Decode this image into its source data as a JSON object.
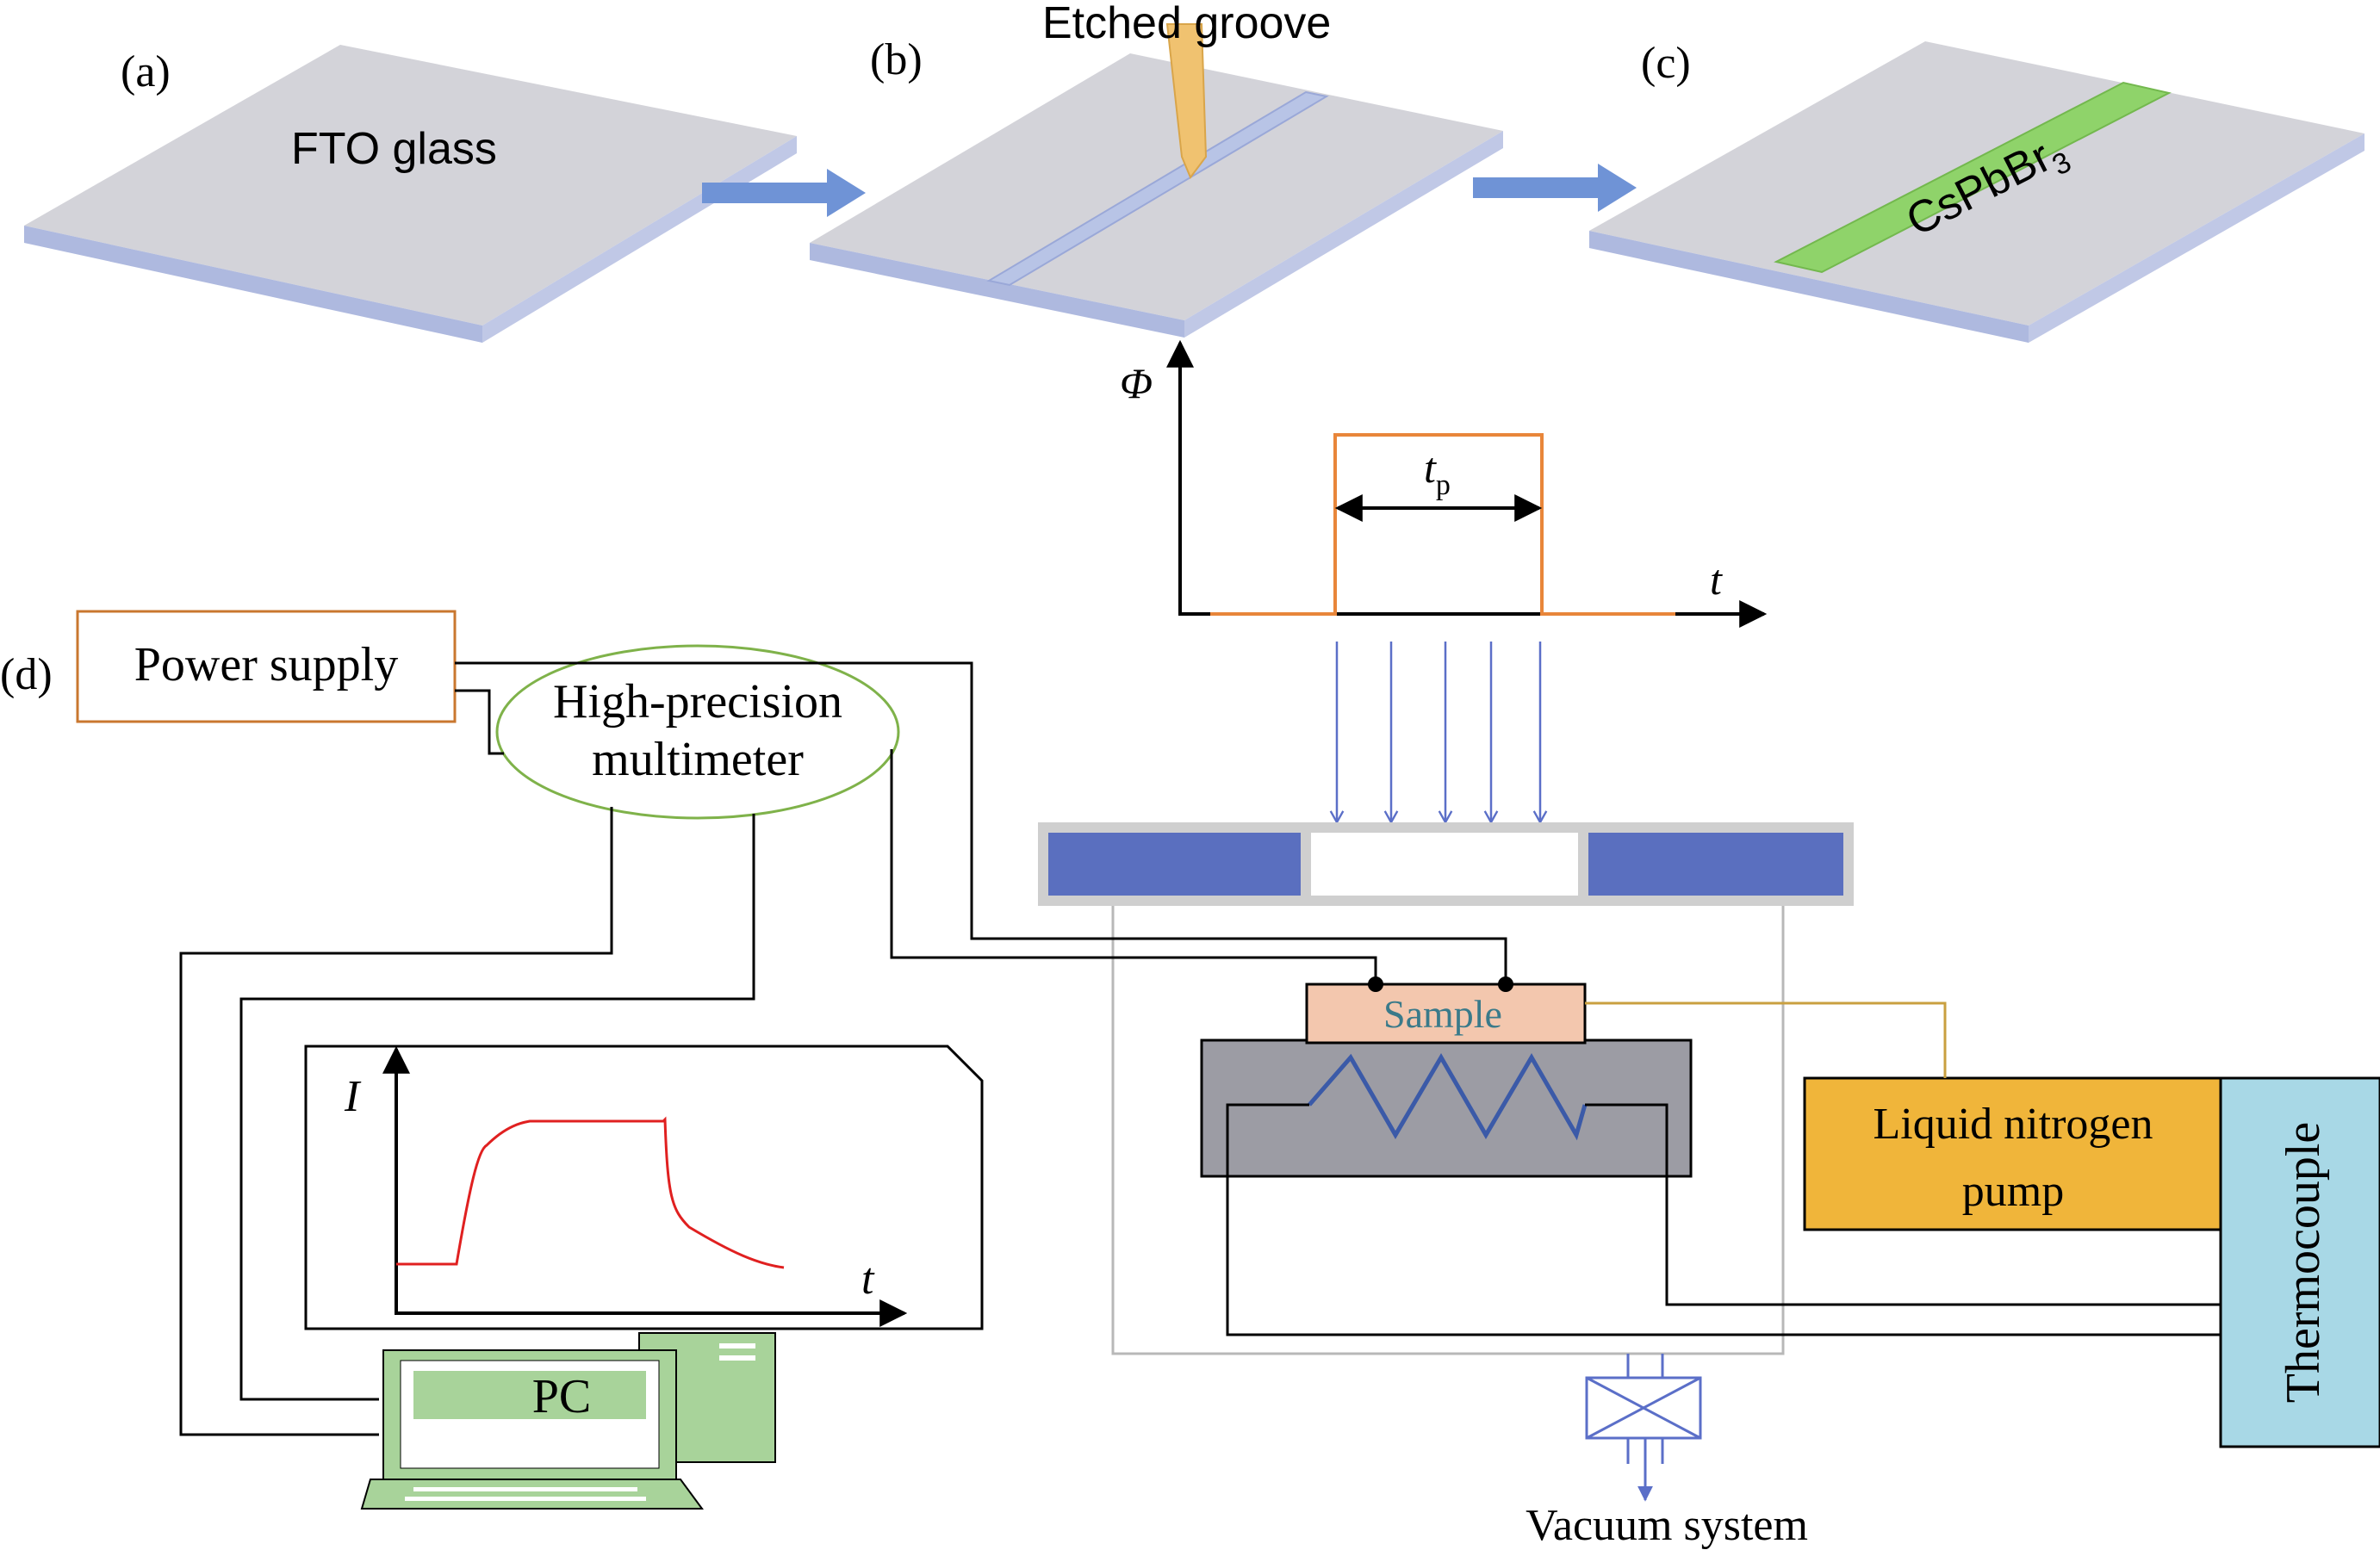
{
  "panels": {
    "a": {
      "letter": "(a)",
      "label": "FTO glass"
    },
    "b": {
      "letter": "(b)",
      "label": "Etched groove"
    },
    "c": {
      "letter": "(c)",
      "label": "CsPbBr",
      "label_sub": "3"
    },
    "d": {
      "letter": "(d)"
    }
  },
  "pulse": {
    "y_symbol": "Φ",
    "x_symbol": "t",
    "width_symbol": "t",
    "width_sub": "p"
  },
  "setup": {
    "power_supply": "Power supply",
    "multimeter_line1": "High-precision",
    "multimeter_line2": "multimeter",
    "sample": "Sample",
    "ln2_line1": "Liquid nitrogen",
    "ln2_line2": "pump",
    "thermocouple": "Thermocouple",
    "vacuum": "Vacuum system",
    "pc": "PC"
  },
  "response": {
    "y_symbol": "I",
    "x_symbol": "t"
  },
  "colors": {
    "glass_top": "#d3d3d9",
    "glass_edge": "#a9b6e0",
    "process_arrow": "#6f93d6",
    "tip": "#f0c270",
    "perovskite": "#8fd36a",
    "pulse_line": "#e8863a",
    "light_arrows": "#5b6fc8",
    "window_block": "#5a6fbf",
    "sample_fill": "#f3c7ae",
    "sample_text": "#3a7a8a",
    "stage_fill": "#9c9ca4",
    "heater": "#3b5aa8",
    "ln2_fill": "#f0b53a",
    "thermocouple_fill": "#a8d8e6",
    "multimeter_border": "#7fb24a",
    "power_border": "#c9772f",
    "pc_green": "#a8d39a",
    "current_curve": "#e02020"
  }
}
